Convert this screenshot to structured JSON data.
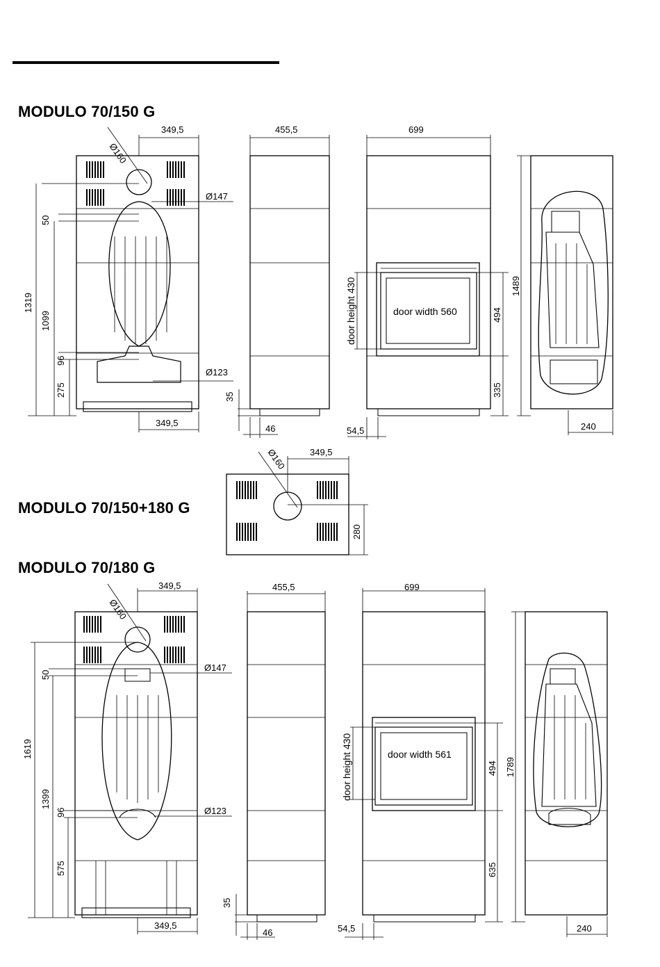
{
  "headings": {
    "model_150": "MODULO 70/150 G",
    "model_150_180": "MODULO 70/150+180 G",
    "model_180": "MODULO 70/180 G"
  },
  "dims_150": {
    "flue_top": "Ø160",
    "offset_top": "349,5",
    "flue_147": "Ø147",
    "flue_123": "Ø123",
    "v50": "50",
    "v1319": "1319",
    "v1099": "1099",
    "v96": "96",
    "v275": "275",
    "offset_bottom": "349,5",
    "side_depth": "455,5",
    "v35": "35",
    "v46": "46",
    "front_width": "699",
    "door_height": "door height 430",
    "door_width": "door width 560",
    "v494": "494",
    "v335": "335",
    "v54": "54,5",
    "rear_height": "1489",
    "v240": "240"
  },
  "dims_top": {
    "flue": "Ø160",
    "offset": "349,5",
    "depth": "280"
  },
  "dims_180": {
    "flue_top": "Ø160",
    "offset_top": "349,5",
    "flue_147": "Ø147",
    "flue_123": "Ø123",
    "v50": "50",
    "v1619": "1619",
    "v1399": "1399",
    "v96": "96",
    "v575": "575",
    "offset_bottom": "349,5",
    "side_depth": "455,5",
    "v35": "35",
    "v46": "46",
    "front_width": "699",
    "door_height": "door height 430",
    "door_width": "door width 561",
    "v494": "494",
    "v635": "635",
    "v54": "54,5",
    "rear_height": "1789",
    "v240": "240"
  }
}
